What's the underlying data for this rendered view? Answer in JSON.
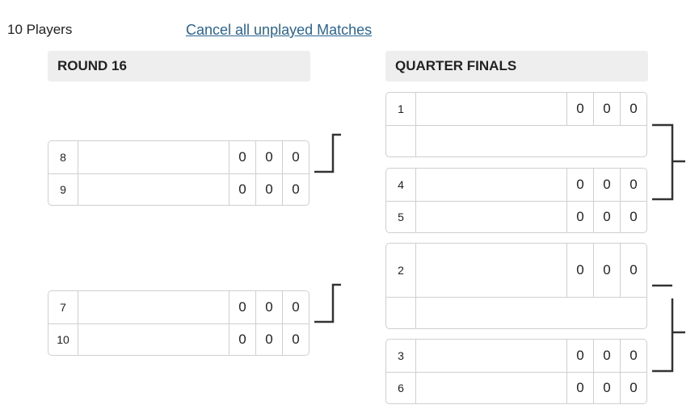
{
  "header": {
    "player_count": "10 Players",
    "cancel_link": "Cancel all unplayed Matches"
  },
  "rounds": {
    "round16": {
      "title": "ROUND 16",
      "matches": [
        {
          "p1": {
            "seed": "8",
            "scores": [
              "0",
              "0",
              "0"
            ]
          },
          "p2": {
            "seed": "9",
            "scores": [
              "0",
              "0",
              "0"
            ]
          }
        },
        {
          "p1": {
            "seed": "7",
            "scores": [
              "0",
              "0",
              "0"
            ]
          },
          "p2": {
            "seed": "10",
            "scores": [
              "0",
              "0",
              "0"
            ]
          }
        }
      ]
    },
    "quarterfinals": {
      "title": "QUARTER FINALS",
      "matches": [
        {
          "p1": {
            "seed": "1",
            "scores": [
              "0",
              "0",
              "0"
            ]
          },
          "p2": {
            "seed": "",
            "scores": []
          }
        },
        {
          "p1": {
            "seed": "4",
            "scores": [
              "0",
              "0",
              "0"
            ]
          },
          "p2": {
            "seed": "5",
            "scores": [
              "0",
              "0",
              "0"
            ]
          }
        },
        {
          "p1": {
            "seed": "2",
            "scores": [
              "0",
              "0",
              "0"
            ]
          },
          "p2": {
            "seed": "",
            "scores": []
          }
        },
        {
          "p1": {
            "seed": "3",
            "scores": [
              "0",
              "0",
              "0"
            ]
          },
          "p2": {
            "seed": "6",
            "scores": [
              "0",
              "0",
              "0"
            ]
          }
        }
      ]
    }
  },
  "colors": {
    "border": "#cfcfcf",
    "header_bg": "#eeeeee",
    "link": "#2a6591",
    "connector": "#333333"
  }
}
